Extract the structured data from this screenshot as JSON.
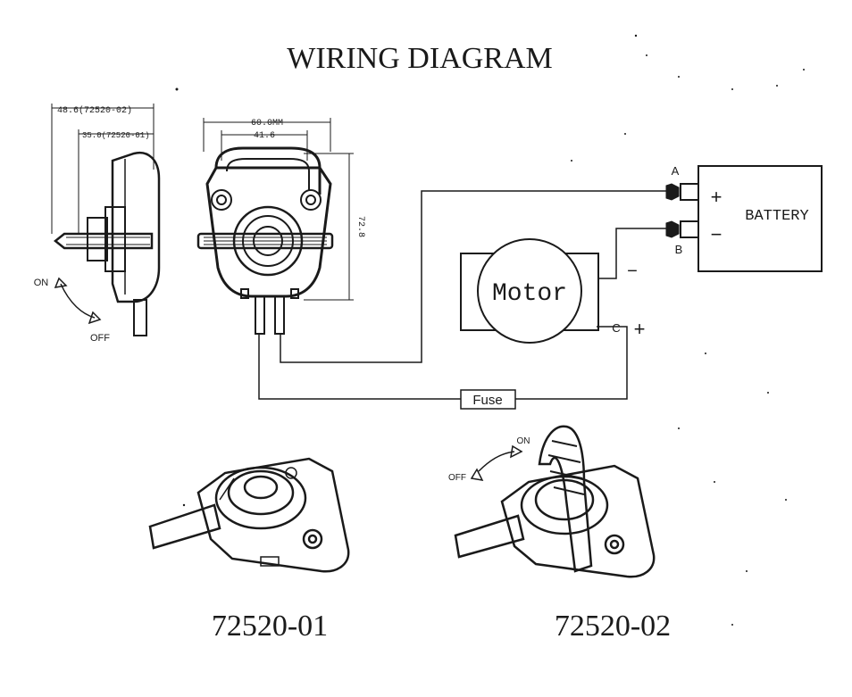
{
  "title": "WIRING DIAGRAM",
  "dimensions": {
    "side_outer": "48.6(72520-02)",
    "side_inner": "35.0(72520-01)",
    "front_width": "60.0MM",
    "front_inner": "41.6",
    "front_height": "72.8"
  },
  "switch_labels": {
    "on": "ON",
    "off": "OFF"
  },
  "battery": {
    "label": "BATTERY",
    "plus": "+",
    "minus": "−"
  },
  "terminals": {
    "a": "A",
    "b": "B",
    "c": "C"
  },
  "motor": {
    "label": "Motor",
    "minus": "−",
    "plus": "+"
  },
  "fuse": {
    "label": "Fuse"
  },
  "models": {
    "left": "72520-01",
    "right": "72520-02"
  },
  "colors": {
    "ink": "#1a1a1a",
    "paper": "#ffffff"
  }
}
